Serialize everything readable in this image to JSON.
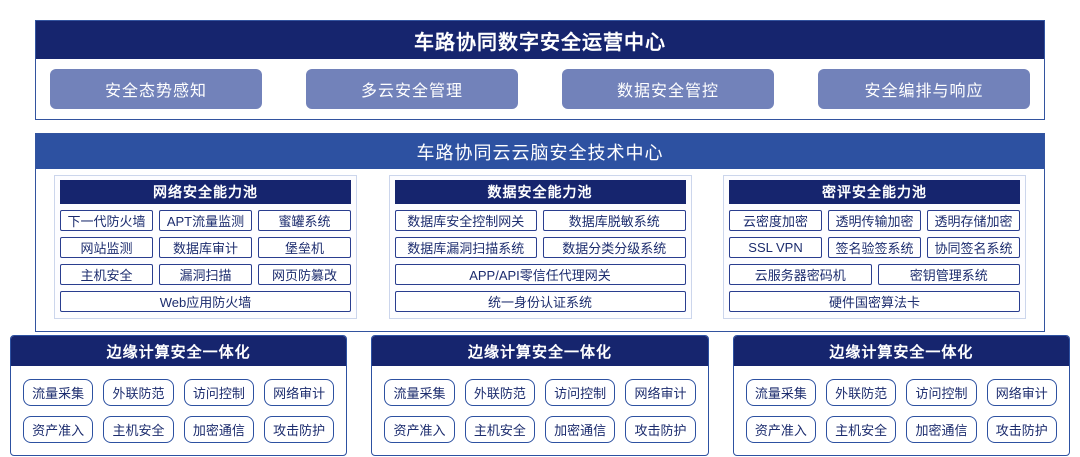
{
  "colors": {
    "navy_header": "#16256e",
    "royal_band": "#2d51a1",
    "chip_fill": "#7282ba",
    "item_border": "#2a3e8f",
    "item_text": "#1c2c6e"
  },
  "operations_center": {
    "title": "车路协同数字安全运营中心",
    "buttons": [
      "安全态势感知",
      "多云安全管理",
      "数据安全管控",
      "安全编排与响应"
    ]
  },
  "tech_center": {
    "title": "车路协同云云脑安全技术中心",
    "pools": [
      {
        "title": "网络安全能力池",
        "rows": [
          [
            "下一代防火墙",
            "APT流量监测",
            "蜜罐系统"
          ],
          [
            "网站监测",
            "数据库审计",
            "堡垒机"
          ],
          [
            "主机安全",
            "漏洞扫描",
            "网页防篡改"
          ],
          [
            "Web应用防火墙"
          ]
        ]
      },
      {
        "title": "数据安全能力池",
        "rows": [
          [
            "数据库安全控制网关",
            "数据库脱敏系统"
          ],
          [
            "数据库漏洞扫描系统",
            "数据分类分级系统"
          ],
          [
            "APP/API零信任代理网关"
          ],
          [
            "统一身份认证系统"
          ]
        ]
      },
      {
        "title": "密评安全能力池",
        "rows": [
          [
            "云密度加密",
            "透明传输加密",
            "透明存储加密"
          ],
          [
            "SSL VPN",
            "签名验签系统",
            "协同签名系统"
          ],
          [
            "云服务器密码机",
            "密钥管理系统"
          ],
          [
            "硬件国密算法卡"
          ]
        ]
      }
    ]
  },
  "edge_units": [
    {
      "title": "边缘计算安全一体化",
      "rows": [
        [
          "流量采集",
          "外联防范",
          "访问控制",
          "网络审计"
        ],
        [
          "资产准入",
          "主机安全",
          "加密通信",
          "攻击防护"
        ]
      ]
    },
    {
      "title": "边缘计算安全一体化",
      "rows": [
        [
          "流量采集",
          "外联防范",
          "访问控制",
          "网络审计"
        ],
        [
          "资产准入",
          "主机安全",
          "加密通信",
          "攻击防护"
        ]
      ]
    },
    {
      "title": "边缘计算安全一体化",
      "rows": [
        [
          "流量采集",
          "外联防范",
          "访问控制",
          "网络审计"
        ],
        [
          "资产准入",
          "主机安全",
          "加密通信",
          "攻击防护"
        ]
      ]
    }
  ]
}
